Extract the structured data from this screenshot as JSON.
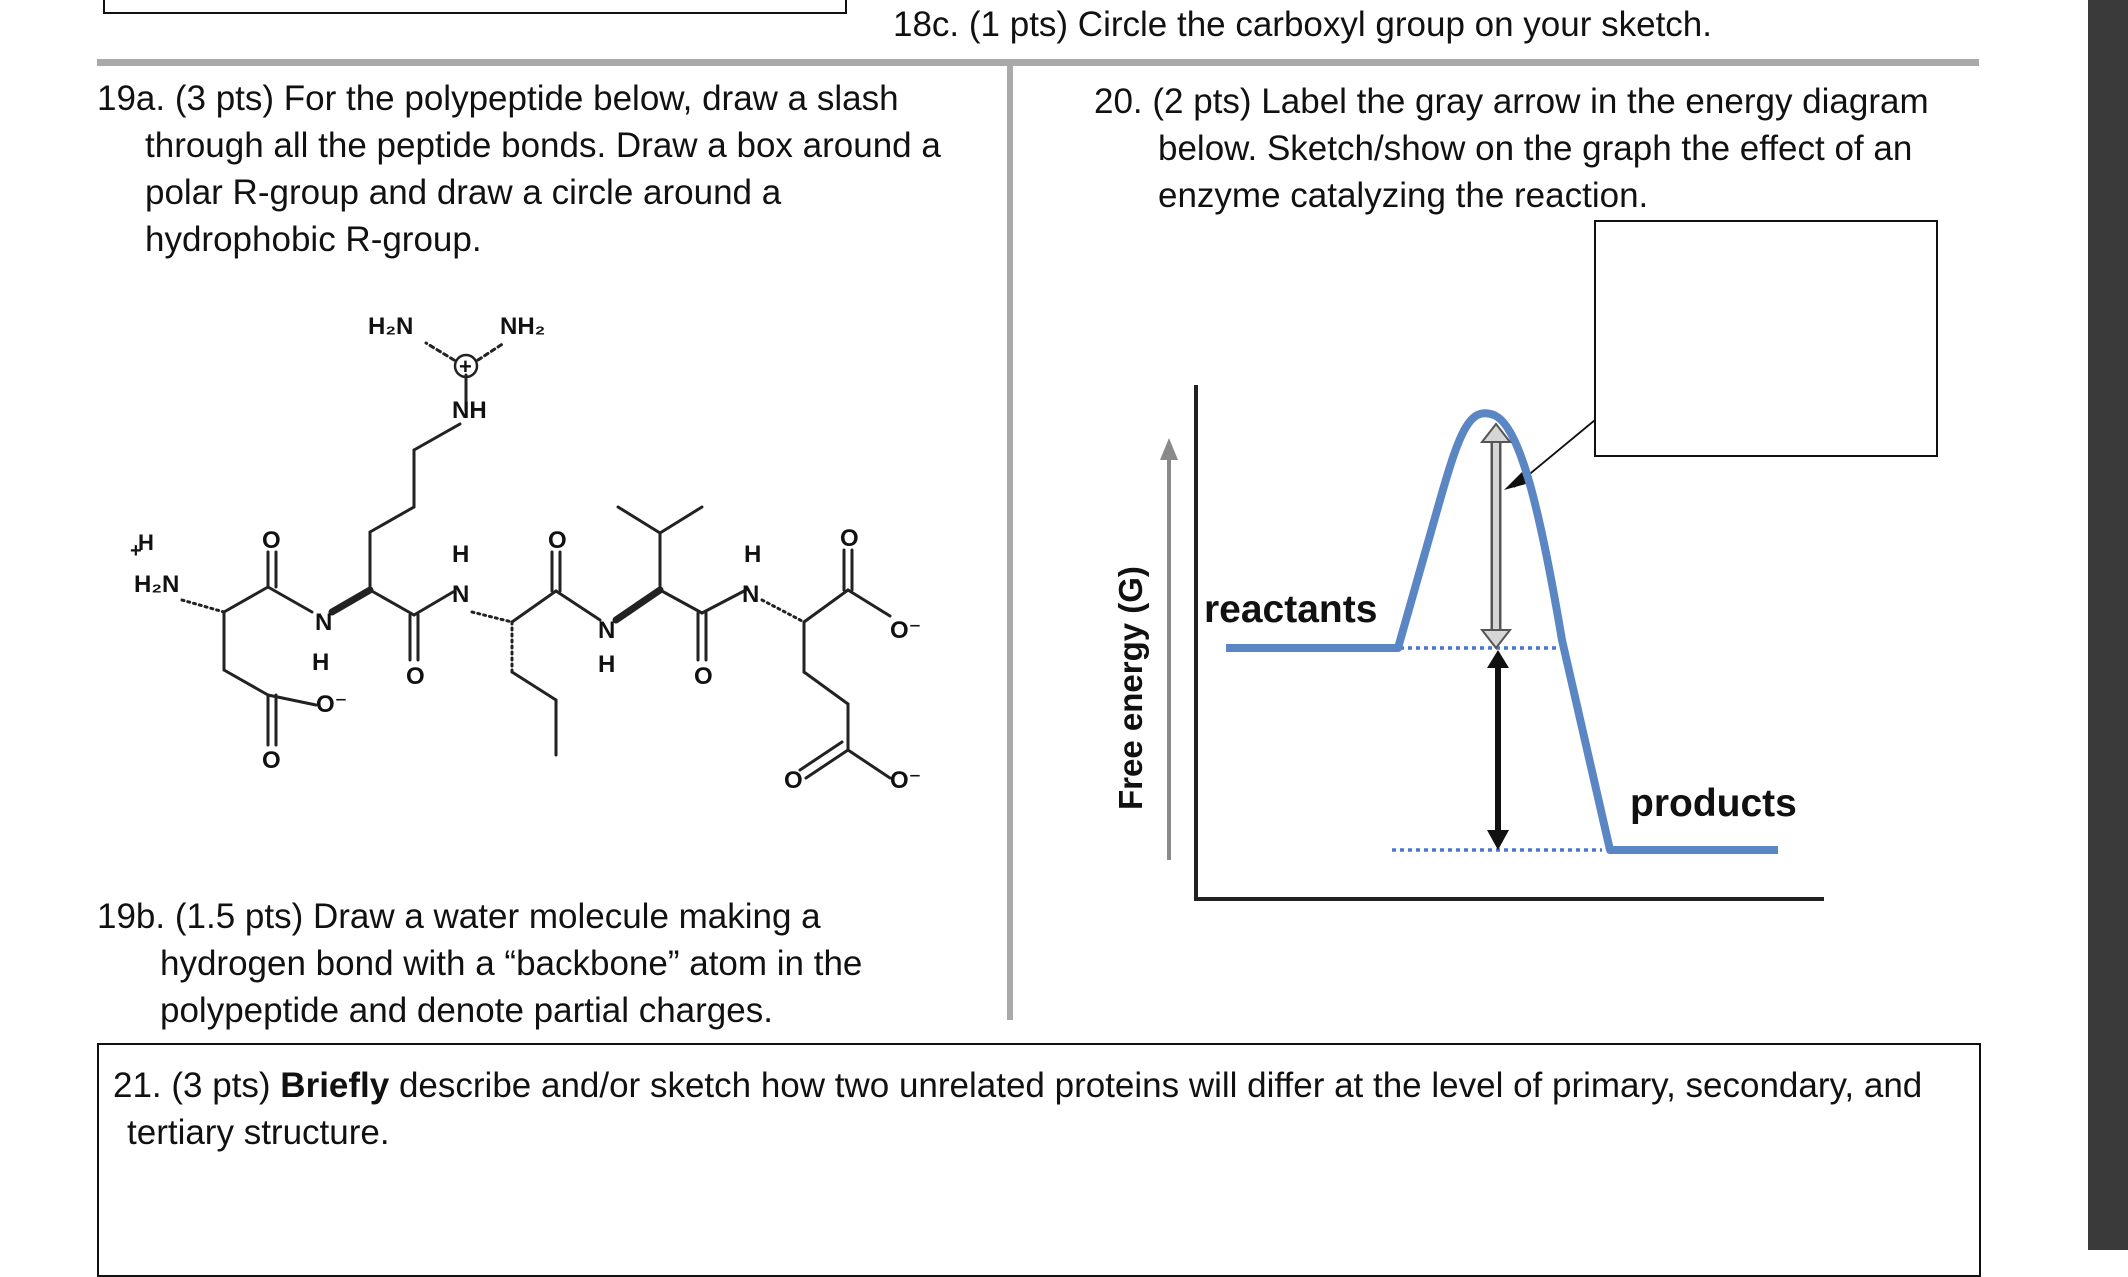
{
  "q18c": {
    "text": "18c. (1 pts) Circle the carboxyl group on your sketch."
  },
  "q19a": {
    "lines": [
      "19a. (3 pts) For the polypeptide below, draw a slash",
      "through all the peptide bonds. Draw a box around a",
      "polar R-group and draw a circle around a",
      "hydrophobic R-group."
    ]
  },
  "q19b": {
    "lines": [
      "19b. (1.5 pts) Draw a water molecule making a",
      "hydrogen bond with a “backbone” atom in the",
      "polypeptide and denote partial charges."
    ]
  },
  "q20": {
    "lines": [
      "20. (2 pts) Label the gray arrow in the energy diagram",
      "below. Sketch/show on the graph the effect of an",
      "enzyme catalyzing the reaction."
    ]
  },
  "q21": {
    "prefix": "21. (3 pts) ",
    "bold": "Briefly",
    "rest": " describe and/or sketch how two unrelated proteins will differ at the level of primary, secondary, and",
    "line2": "tertiary structure."
  },
  "molecule": {
    "labels": {
      "guan_left": "H₂N",
      "guan_right": "NH₂",
      "plus": "+",
      "guan_nh": "NH",
      "nterm_h": "H",
      "nterm_plus": "+",
      "nterm_h2n": "H₂N",
      "o": "O",
      "n": "N",
      "h": "H",
      "o_minus": "O⁻"
    }
  },
  "energy_diagram": {
    "y_axis_label": "Free energy (G)",
    "reactants_label": "reactants",
    "products_label": "products",
    "colors": {
      "curve": "#5a86c4",
      "dotted": "#4a78d0",
      "gray_arrow": "#bdbdbd"
    }
  }
}
